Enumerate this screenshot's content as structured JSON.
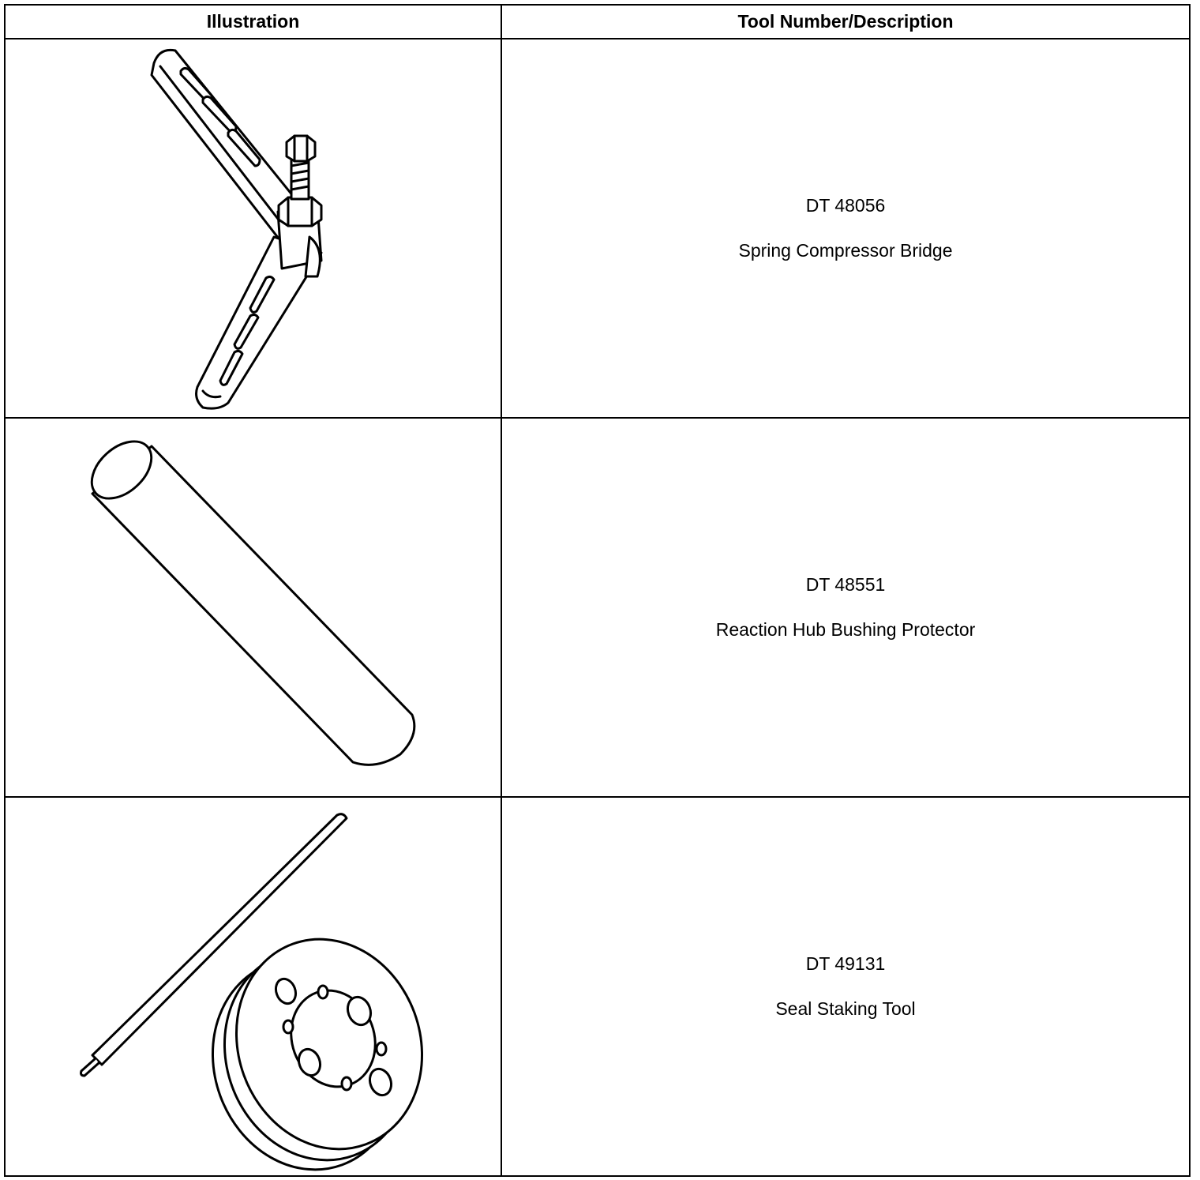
{
  "table": {
    "headers": {
      "illustration": "Illustration",
      "tool": "Tool Number/Description"
    },
    "rows": [
      {
        "number": "DT 48056",
        "description": "Spring Compressor Bridge",
        "icon": "spring-compressor-bridge-icon"
      },
      {
        "number": "DT 48551",
        "description": "Reaction Hub Bushing Protector",
        "icon": "bushing-protector-icon"
      },
      {
        "number": "DT 49131",
        "description": "Seal Staking Tool",
        "icon": "seal-staking-tool-icon"
      }
    ]
  }
}
